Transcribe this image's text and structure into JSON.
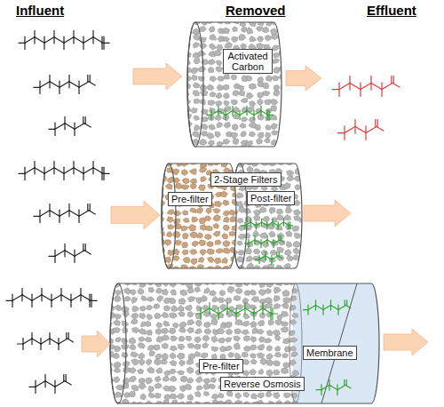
{
  "diagram": {
    "nodes": [
      {
        "text": [
          "Activated Carbon"
        ]
      },
      {
        "text": [
          "2-Stage Filters"
        ]
      },
      {
        "text": [
          "Pre-filter"
        ]
      },
      {
        "text": [
          "Post-filter"
        ]
      },
      {
        "text": [
          "Pre-filter"
        ]
      },
      {
        "text": [
          "Membrane"
        ]
      },
      {
        "text": [
          "Reverse Osmosis"
        ]
      }
    ],
    "labels": [
      "Influent",
      "Removed",
      "Effluent"
    ]
  }
}
